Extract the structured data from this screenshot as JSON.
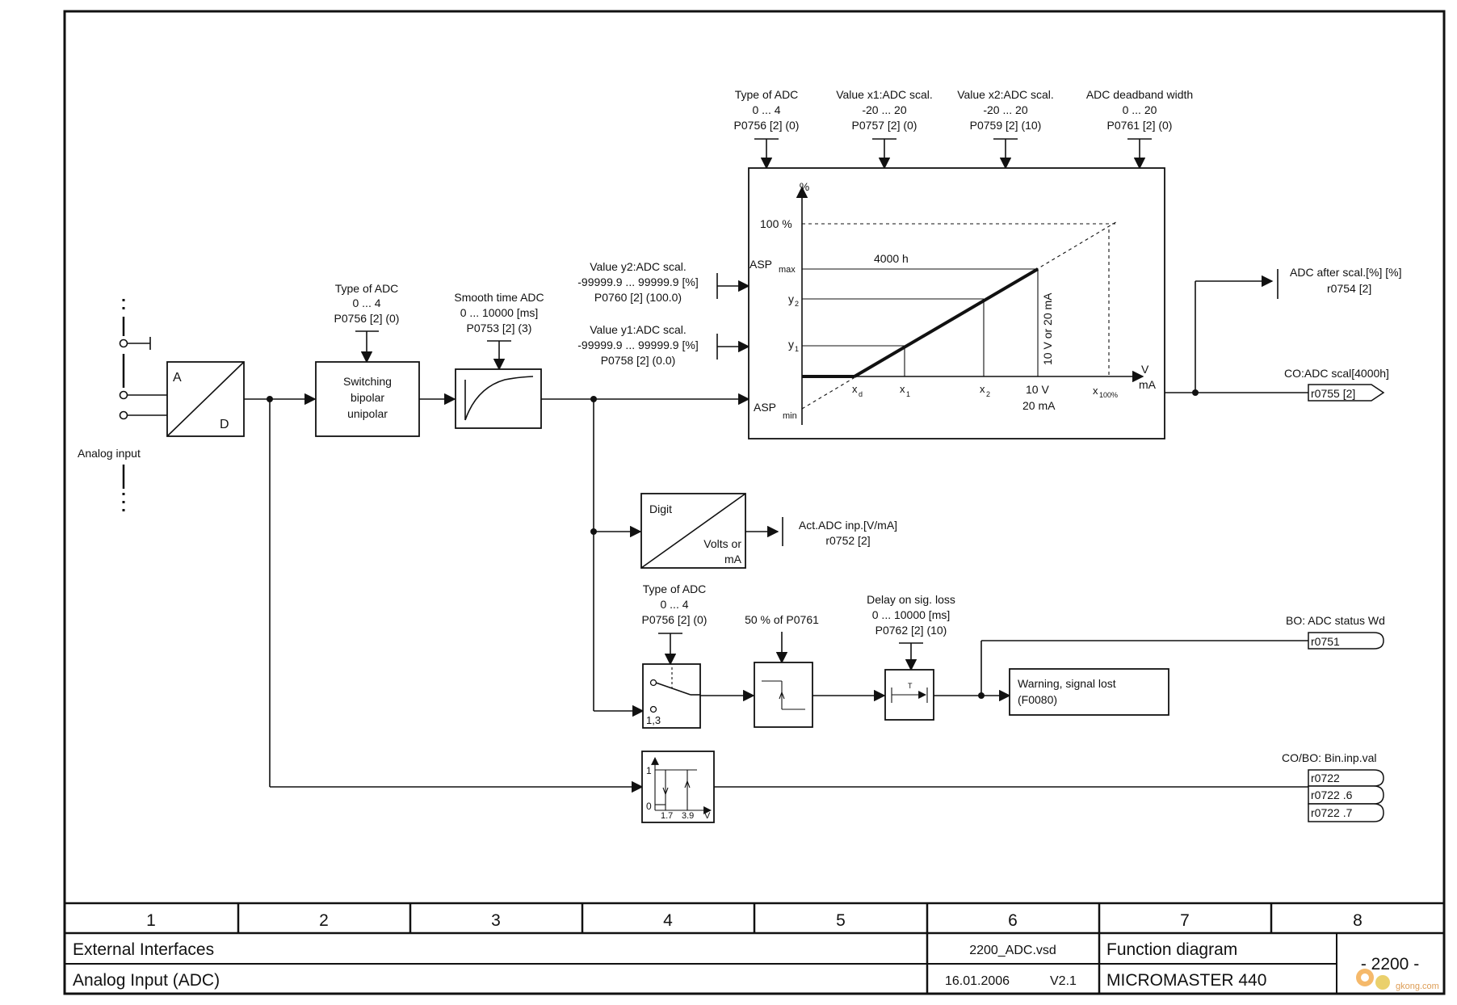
{
  "analog_input": {
    "label": "Analog input",
    "ad_a": "A",
    "ad_d": "D"
  },
  "switching": {
    "param_title": "Type of ADC",
    "param_range": "0 ... 4",
    "param_id": "P0756 [2] (0)",
    "line1": "Switching",
    "line2": "bipolar",
    "line3": "unipolar"
  },
  "smooth": {
    "param_title": "Smooth time ADC",
    "param_range": "0 ... 10000  [ms]",
    "param_id": "P0753 [2] (3)"
  },
  "y2": {
    "title": "Value y2:ADC scal.",
    "range": "-99999.9 ... 99999.9  [%]",
    "id": "P0760 [2] (100.0)"
  },
  "y1": {
    "title": "Value y1:ADC scal.",
    "range": "-99999.9 ... 99999.9  [%]",
    "id": "P0758 [2] (0.0)"
  },
  "top_params": [
    {
      "title": "Type of ADC",
      "range": "0 ... 4",
      "id": "P0756 [2] (0)"
    },
    {
      "title": "Value x1:ADC scal.",
      "range": "-20 ... 20",
      "id": "P0757 [2] (0)"
    },
    {
      "title": "Value x2:ADC scal.",
      "range": "-20 ... 20",
      "id": "P0759 [2] (10)"
    },
    {
      "title": "ADC deadband width",
      "range": "0 ... 20",
      "id": "P0761 [2] (0)"
    }
  ],
  "scaling_chart": {
    "y_unit": "%",
    "y_100": "100 %",
    "asp_max": "ASP",
    "asp_max_sub": "max",
    "asp_min": "ASP",
    "asp_min_sub": "min",
    "y2": "y",
    "y2_sub": "2",
    "y1": "y",
    "y1_sub": "1",
    "x_unit_v": "V",
    "x_unit_ma": "mA",
    "xd": "x",
    "xd_sub": "d",
    "x1": "x",
    "x1_sub": "1",
    "x2": "x",
    "x2_sub": "2",
    "x100": "x",
    "x100_sub": "100%",
    "label_4000h": "4000 h",
    "label_10v": "10 V",
    "label_20ma": "20 mA",
    "label_vertical": "10 V or 20 mA"
  },
  "outputs": {
    "after_scal_title": "ADC after scal.[%] [%]",
    "after_scal_id": "r0754 [2]",
    "scal_title": "CO:ADC scal[4000h]",
    "scal_id": "r0755 [2]",
    "status_title": "BO: ADC status Wd",
    "status_id": "r0751",
    "bin_title": "CO/BO: Bin.inp.val",
    "bin_ids": [
      "r0722",
      "r0722 .6",
      "r0722 .7"
    ]
  },
  "digit": {
    "title": "Digit",
    "volts": "Volts or",
    "ma": "mA",
    "out_title": "Act.ADC inp.[V/mA]",
    "out_id": "r0752 [2]"
  },
  "lower": {
    "type_title": "Type of ADC",
    "type_range": "0 ... 4",
    "type_id": "P0756 [2] (0)",
    "switch_label": "1,3",
    "pct_label": "50 % of P0761",
    "delay_title": "Delay on sig. loss",
    "delay_range": "0 ... 10000  [ms]",
    "delay_id": "P0762 [2] (10)",
    "timer_t": "T",
    "warning_l1": "Warning, signal lost",
    "warning_l2": "(F0080)"
  },
  "hyst": {
    "one": "1",
    "zero": "0",
    "v17": "1.7",
    "v39": "3.9",
    "v": "V"
  },
  "footer": {
    "cols": [
      "1",
      "2",
      "3",
      "4",
      "5",
      "6",
      "7",
      "8"
    ],
    "row1_left": "External Interfaces",
    "row2_left": "Analog Input (ADC)",
    "file": "2200_ADC.vsd",
    "date": "16.01.2006",
    "version": "V2.1",
    "doc_type": "Function diagram",
    "device": "MICROMASTER 440",
    "page": "- 2200 -"
  },
  "watermark": "gkong.com"
}
